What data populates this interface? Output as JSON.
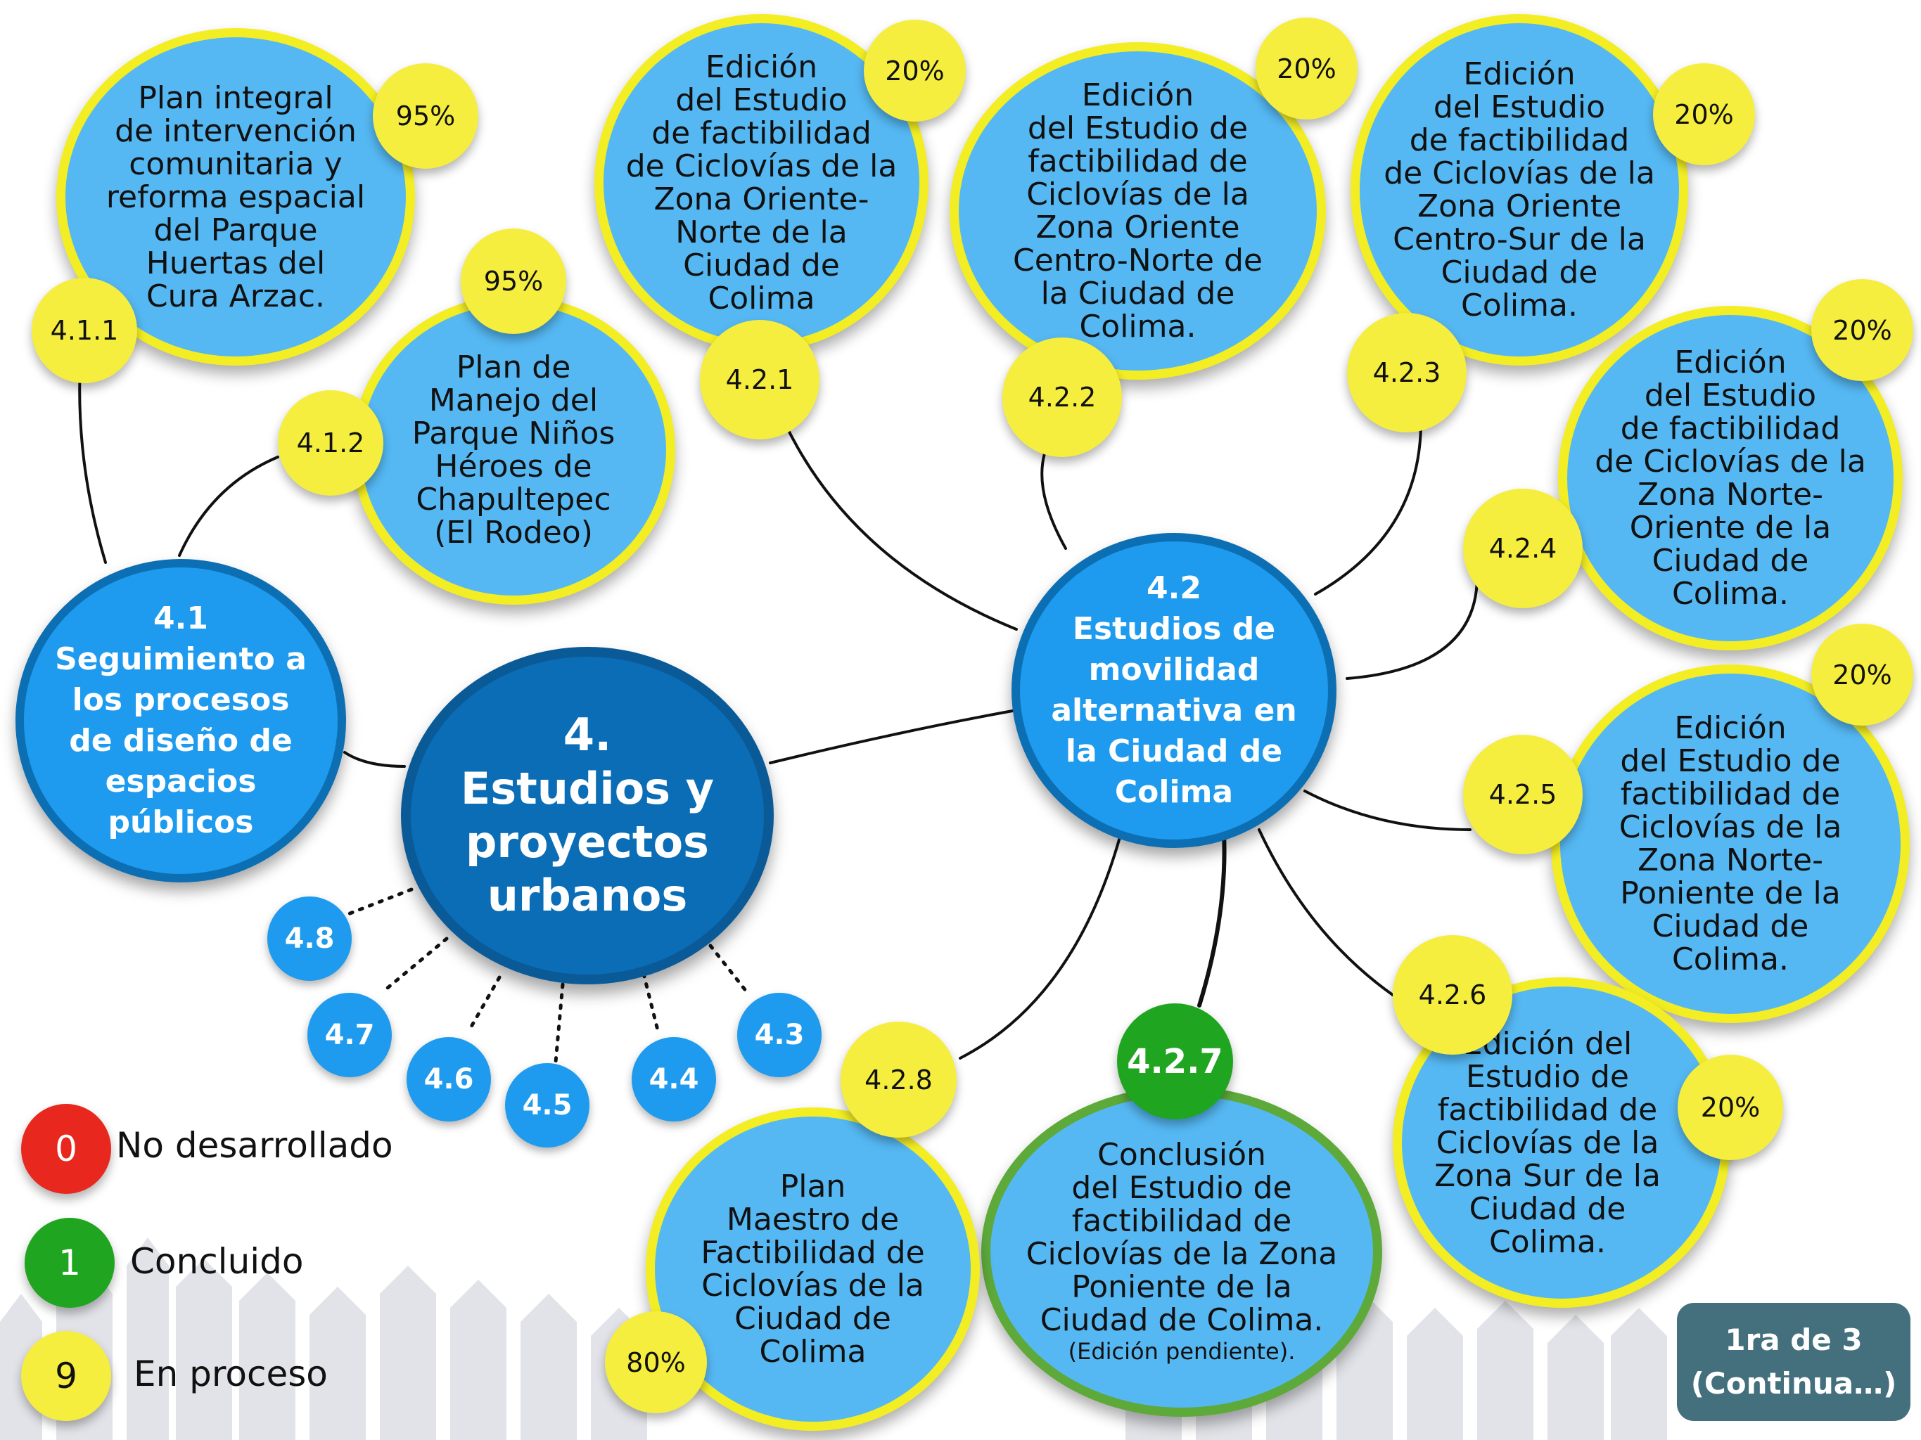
{
  "main": {
    "number": "4.",
    "title": "Estudios y proyectos urbanos"
  },
  "sub_nodes": [
    {
      "number": "4.1",
      "title": "Seguimiento a los procesos de diseño de espacios públicos"
    },
    {
      "number": "4.2",
      "title": "Estudios de movilidad alternativa en la Ciudad de Colima"
    }
  ],
  "leaves": [
    {
      "code": "4.1.1",
      "percent": "95%",
      "text": "Plan integral\nde intervención\ncomunitaria y\nreforma espacial\ndel Parque\nHuertas del\nCura Arzac."
    },
    {
      "code": "4.1.2",
      "percent": "95%",
      "text": "Plan de\nManejo del\nParque Niños\nHéroes de\nChapultepec\n(El Rodeo)"
    },
    {
      "code": "4.2.1",
      "percent": "20%",
      "text": "Edición\ndel Estudio\nde factibilidad\nde Ciclovías de la\nZona Oriente-\nNorte de la\nCiudad de\nColima"
    },
    {
      "code": "4.2.2",
      "percent": "20%",
      "text": "Edición\ndel Estudio de\nfactibilidad de\nCiclovías de la\nZona Oriente\nCentro-Norte de\nla Ciudad de\nColima."
    },
    {
      "code": "4.2.3",
      "percent": "20%",
      "text": "Edición\ndel Estudio\nde factibilidad\nde Ciclovías de la\nZona Oriente\nCentro-Sur de la\nCiudad de\nColima."
    },
    {
      "code": "4.2.4",
      "percent": "20%",
      "text": "Edición\ndel Estudio\nde factibilidad\nde Ciclovías de la\nZona Norte-\nOriente de la\nCiudad de\nColima."
    },
    {
      "code": "4.2.5",
      "percent": "20%",
      "text": "Edición\ndel Estudio de\nfactibilidad de\nCiclovías de la\nZona Norte-\nPoniente de la\nCiudad de\nColima."
    },
    {
      "code": "4.2.6",
      "percent": "20%",
      "text": "Edición del\nEstudio de\nfactibilidad de\nCiclovías de la\nZona Sur de la\nCiudad de\nColima."
    },
    {
      "code": "4.2.7",
      "percent": "",
      "text": "Conclusión\ndel Estudio de\nfactibilidad de\nCiclovías de la Zona\nPoniente de la\nCiudad de Colima.",
      "note": "(Edición pendiente)."
    },
    {
      "code": "4.2.8",
      "percent": "80%",
      "text": "Plan\nMaestro de\nFactibilidad de\nCiclovías de la\nCiudad de\nColima"
    }
  ],
  "small_nodes": [
    "4.3",
    "4.4",
    "4.5",
    "4.6",
    "4.7",
    "4.8"
  ],
  "legend": [
    {
      "count": "0",
      "label": "No desarrollado",
      "color": "#e8281e"
    },
    {
      "count": "1",
      "label": "Concluido",
      "color": "#1fa51f"
    },
    {
      "count": "9",
      "label": "En proceso",
      "color": "#f5ee3e"
    }
  ],
  "page_indicator": {
    "line1": "1ra de 3",
    "line2": "(Continua…)"
  },
  "colors": {
    "main": "#0a6db5",
    "sub": "#1e9bee",
    "leaf": "#55b8f3",
    "in_process": "#f5ee3e",
    "done": "#1fa51f"
  }
}
